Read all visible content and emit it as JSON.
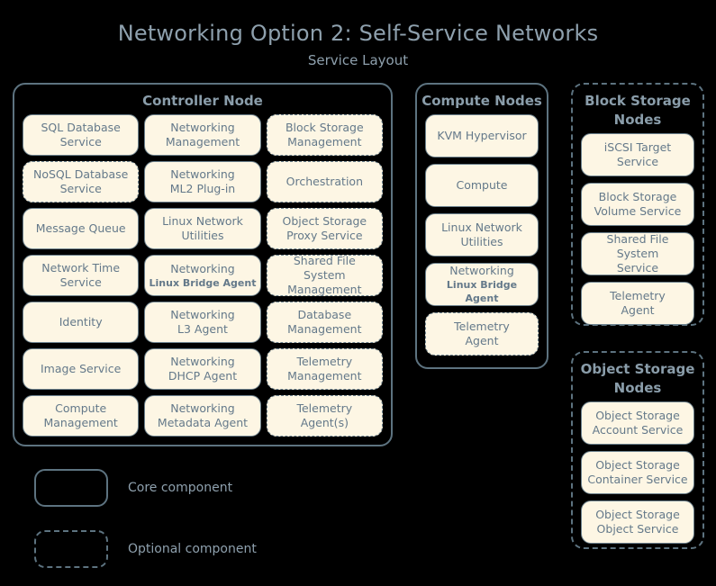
{
  "title": {
    "main": "Networking Option 2: Self-Service Networks",
    "sub": "Service Layout"
  },
  "colors": {
    "background": "#000000",
    "title_text": "#8ea0ad",
    "card_fill": "#fdf6e4",
    "card_text": "#64798a",
    "border": "#5d7380"
  },
  "controller_node": {
    "title": "Controller Node",
    "columns": [
      {
        "cards": [
          {
            "line1": "SQL Database",
            "line2": "Service",
            "optional": false
          },
          {
            "line1": "NoSQL Database",
            "line2": "Service",
            "optional": true
          },
          {
            "line1": "Message Queue",
            "line2": "",
            "optional": false
          },
          {
            "line1": "Network Time",
            "line2": "Service",
            "optional": false
          },
          {
            "line1": "Identity",
            "line2": "",
            "optional": false
          },
          {
            "line1": "Image Service",
            "line2": "",
            "optional": false
          },
          {
            "line1": "Compute",
            "line2": "Management",
            "optional": false
          }
        ]
      },
      {
        "cards": [
          {
            "line1": "Networking",
            "line2": "Management",
            "optional": false
          },
          {
            "line1": "Networking",
            "line2": "ML2 Plug-in",
            "optional": false
          },
          {
            "line1": "Linux Network",
            "line2": "Utilities",
            "optional": false
          },
          {
            "line1": "Networking",
            "line2": "Linux Bridge Agent",
            "optional": false,
            "small_second_line": true
          },
          {
            "line1": "Networking",
            "line2": "L3 Agent",
            "optional": false
          },
          {
            "line1": "Networking",
            "line2": "DHCP Agent",
            "optional": false
          },
          {
            "line1": "Networking",
            "line2": "Metadata Agent",
            "optional": false
          }
        ]
      },
      {
        "cards": [
          {
            "line1": "Block Storage",
            "line2": "Management",
            "optional": true
          },
          {
            "line1": "Orchestration",
            "line2": "",
            "optional": true
          },
          {
            "line1": "Object Storage",
            "line2": "Proxy Service",
            "optional": true
          },
          {
            "line1": "Shared File System",
            "line2": "Management",
            "optional": true
          },
          {
            "line1": "Database",
            "line2": "Management",
            "optional": true
          },
          {
            "line1": "Telemetry",
            "line2": "Management",
            "optional": true
          },
          {
            "line1": "Telemetry",
            "line2": "Agent(s)",
            "optional": true
          }
        ]
      }
    ]
  },
  "compute_nodes": {
    "title": "Compute Nodes",
    "optional_container": false,
    "cards": [
      {
        "line1": "KVM Hypervisor",
        "line2": "",
        "optional": false
      },
      {
        "line1": "Compute",
        "line2": "",
        "optional": false
      },
      {
        "line1": "Linux Network",
        "line2": "Utilities",
        "optional": false
      },
      {
        "line1": "Networking",
        "line2": "Linux Bridge Agent",
        "optional": false,
        "small_second_line": true
      },
      {
        "line1": "Telemetry",
        "line2": "Agent",
        "optional": true
      }
    ]
  },
  "block_storage_nodes": {
    "title": "Block Storage Nodes",
    "optional_container": true,
    "cards": [
      {
        "line1": "iSCSI Target",
        "line2": "Service",
        "optional": false
      },
      {
        "line1": "Block Storage",
        "line2": "Volume Service",
        "optional": false
      },
      {
        "line1": "Shared File System",
        "line2": "Service",
        "optional": false
      },
      {
        "line1": "Telemetry",
        "line2": "Agent",
        "optional": false
      }
    ]
  },
  "object_storage_nodes": {
    "title": "Object Storage Nodes",
    "optional_container": true,
    "cards": [
      {
        "line1": "Object Storage",
        "line2": "Account Service",
        "optional": false
      },
      {
        "line1": "Object Storage",
        "line2": "Container Service",
        "optional": false
      },
      {
        "line1": "Object Storage",
        "line2": "Object Service",
        "optional": false
      }
    ]
  },
  "legend": {
    "items": [
      {
        "label": "Core component",
        "style": "solid"
      },
      {
        "label": "Optional component",
        "style": "dashed"
      }
    ]
  }
}
